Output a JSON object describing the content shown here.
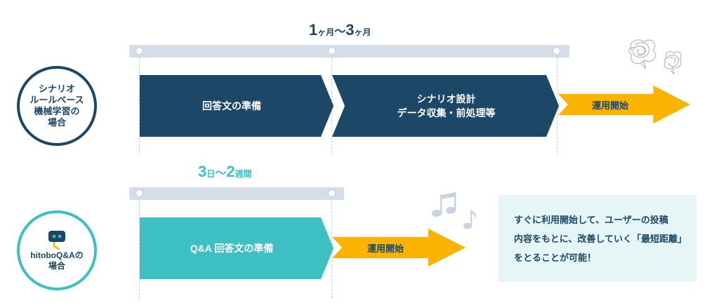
{
  "top_row": {
    "case_label_lines": [
      "シナリオ",
      "ルールベース",
      "機械学習の",
      "場合"
    ],
    "duration": {
      "n1": "1",
      "u1": "ヶ月",
      "sep": "〜",
      "n2": "3",
      "u2": "ヶ月"
    },
    "steps": [
      {
        "lines": [
          "回答文の準備"
        ]
      },
      {
        "lines": [
          "シナリオ設計",
          "データ収集・前処理等"
        ]
      }
    ],
    "launch_label": "運用開始"
  },
  "bottom_row": {
    "case_label_lines": [
      "hitoboQ&Aの",
      "場合"
    ],
    "duration": {
      "n1": "3",
      "u1": "日",
      "sep": "〜",
      "n2": "2",
      "u2": "週間"
    },
    "steps": [
      {
        "lines": [
          "Q&A 回答文の準備"
        ]
      }
    ],
    "launch_label": "運用開始"
  },
  "info_box": {
    "lines": [
      "すぐに利用開始して、ユーザーの投稿",
      "内容をもとに、改善していく「最短距離」",
      "をとることが可能！"
    ]
  },
  "colors": {
    "navy": "#1c4766",
    "teal": "#3dbfc4",
    "yellow": "#fab400",
    "bar": "#d5dde9",
    "info_bg": "#e6f6f6"
  },
  "icons": [
    "scribble-cloud-icon",
    "robot-icon",
    "music-note-icon"
  ]
}
